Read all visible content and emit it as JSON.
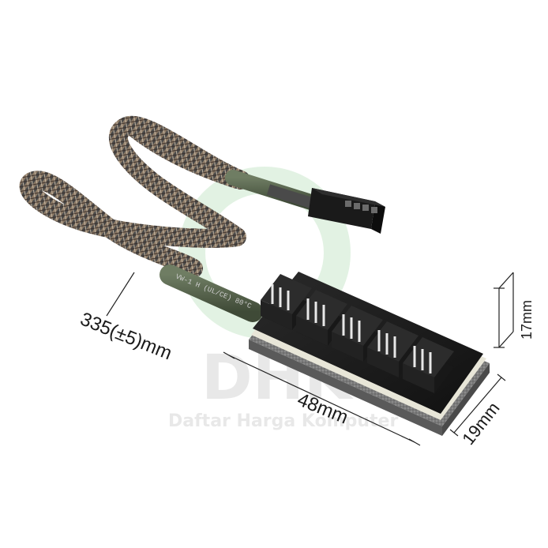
{
  "dimensions": {
    "cable_length": "335(±5)mm",
    "board_length": "48mm",
    "board_width": "19mm",
    "height": "17mm"
  },
  "watermark": {
    "brand": "DHK",
    "tagline": "Daftar Harga Komputer",
    "color": "#4caf50"
  },
  "cable": {
    "printed_marking": "VW-1 H (UL/CE) 80°C"
  },
  "colors": {
    "pcb_black": "#1c1c1c",
    "sleeve_gray": "#6b6b6b",
    "heatshrink_green": "#55654a",
    "pins_gold": "#e8e8e8",
    "pad_gray": "#8a8a8a"
  }
}
